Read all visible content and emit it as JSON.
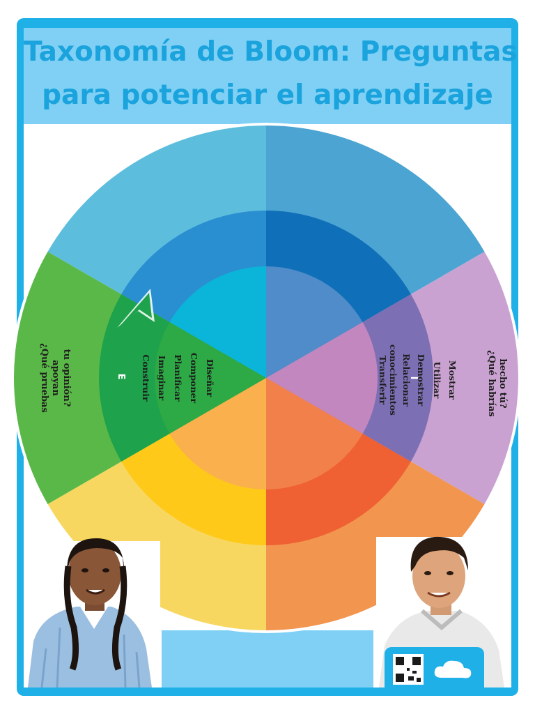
{
  "title": {
    "line1": "Taxonomía de Bloom: Preguntas",
    "line2": "para potenciar el aprendizaje"
  },
  "segments": {
    "left_green": {
      "question": [
        "¿Qué pruebas",
        "apoyan",
        "tu opinión?"
      ],
      "letter": "E",
      "verbs": [
        "Construir",
        "Imaginar",
        "Planificar",
        "Componer",
        "Diseñar"
      ]
    },
    "right_purple": {
      "question": [
        "¿Qué habrías",
        "hecho tú?"
      ],
      "letter": "I",
      "verbs": [
        "Transferir",
        "conocimientos",
        "Relacionar",
        "Demostrar",
        "Utilizar",
        "Mostrar"
      ]
    }
  },
  "colors": {
    "frame": "#1fb0e8",
    "header": "#7fd0f4",
    "title": "#1aa3dc",
    "green": "#5ab848",
    "purple": "#caa2d1",
    "light_blue": "#5cbddd",
    "blue": "#4ba4d2",
    "orange": "#f2954f",
    "yellow": "#f8d760"
  }
}
